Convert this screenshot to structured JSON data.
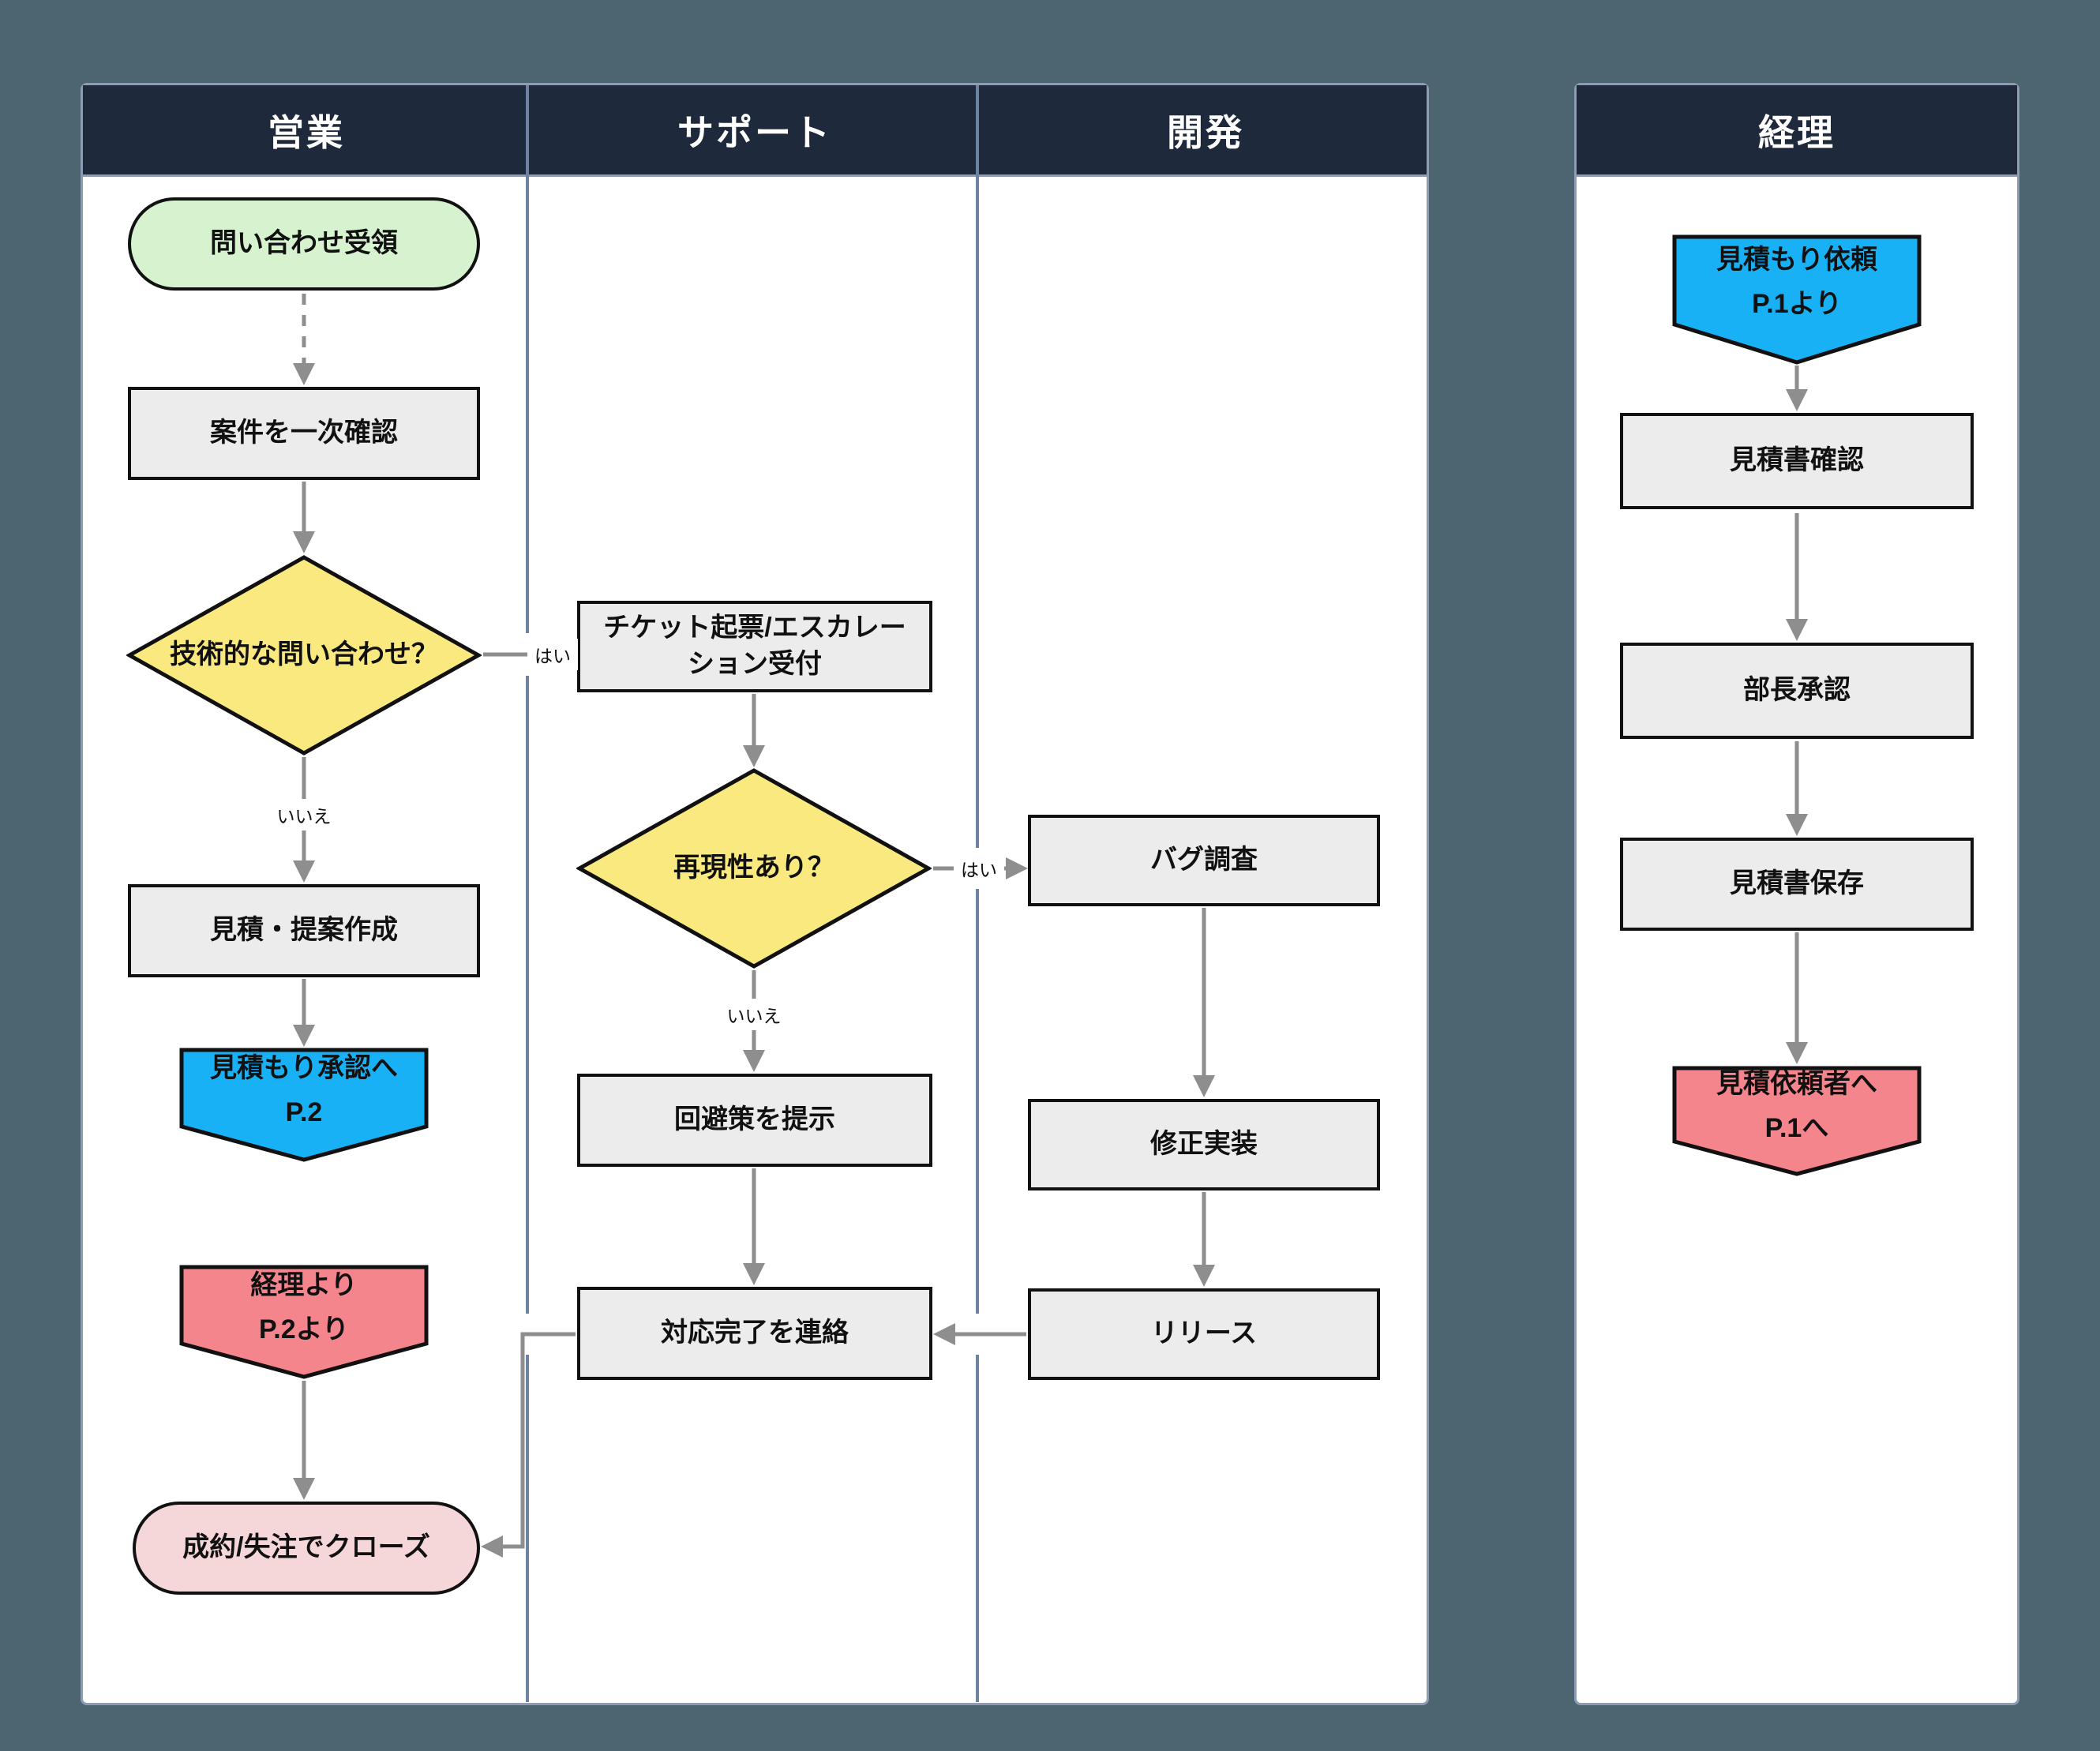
{
  "canvas": {
    "background": "#4d6570"
  },
  "panels": [
    {
      "lanes": [
        "営業",
        "サポート",
        "開発"
      ]
    },
    {
      "lanes": [
        "経理"
      ]
    }
  ],
  "colors": {
    "lane_header_bg": "#1e2a3b",
    "lane_header_text": "#ffffff",
    "panel_border": "#8d9cb3",
    "lane_divider": "#6e83a2",
    "process_fill": "#ececec",
    "decision_fill": "#f9e97f",
    "start_fill": "#d6f2cf",
    "end_fill": "#f5d7da",
    "offpage_out_fill": "#18b1f5",
    "offpage_in_fill": "#f4858c",
    "shape_border": "#111111",
    "arrow": "#8e8e8e"
  },
  "nodes": {
    "inquiry_received": {
      "type": "terminator",
      "label": "問い合わせ受領"
    },
    "initial_check": {
      "type": "process",
      "label": "案件を一次確認"
    },
    "technical_inquiry": {
      "type": "decision",
      "label": "技術的な問い合わせ？"
    },
    "estimate_proposal": {
      "type": "process",
      "label": "見積・提案作成"
    },
    "to_estimate_approval": {
      "type": "offpage",
      "label": "見積もり承認へ",
      "page": "P.2"
    },
    "from_accounting": {
      "type": "offpage",
      "label": "経理より",
      "page": "P.2より"
    },
    "close_deal": {
      "type": "terminator",
      "label": "成約/失注でクローズ"
    },
    "ticket_escalation": {
      "type": "process",
      "label_line1": "チケット起票/エスカレー",
      "label_line2": "ション受付"
    },
    "reproducible": {
      "type": "decision",
      "label": "再現性あり？"
    },
    "workaround": {
      "type": "process",
      "label": "回避策を提示"
    },
    "notify_completion": {
      "type": "process",
      "label": "対応完了を連絡"
    },
    "bug_investigation": {
      "type": "process",
      "label": "バグ調査"
    },
    "fix_implementation": {
      "type": "process",
      "label": "修正実装"
    },
    "release": {
      "type": "process",
      "label": "リリース"
    },
    "estimate_request": {
      "type": "offpage",
      "label": "見積もり依頼",
      "page": "P.1より"
    },
    "estimate_check": {
      "type": "process",
      "label": "見積書確認"
    },
    "manager_approval": {
      "type": "process",
      "label": "部長承認"
    },
    "estimate_save": {
      "type": "process",
      "label": "見積書保存"
    },
    "to_requester": {
      "type": "offpage",
      "label": "見積依頼者へ",
      "page": "P.1へ"
    }
  },
  "edge_labels": {
    "technical_yes": "はい",
    "technical_no": "いいえ",
    "repro_yes": "はい",
    "repro_no": "いいえ"
  }
}
